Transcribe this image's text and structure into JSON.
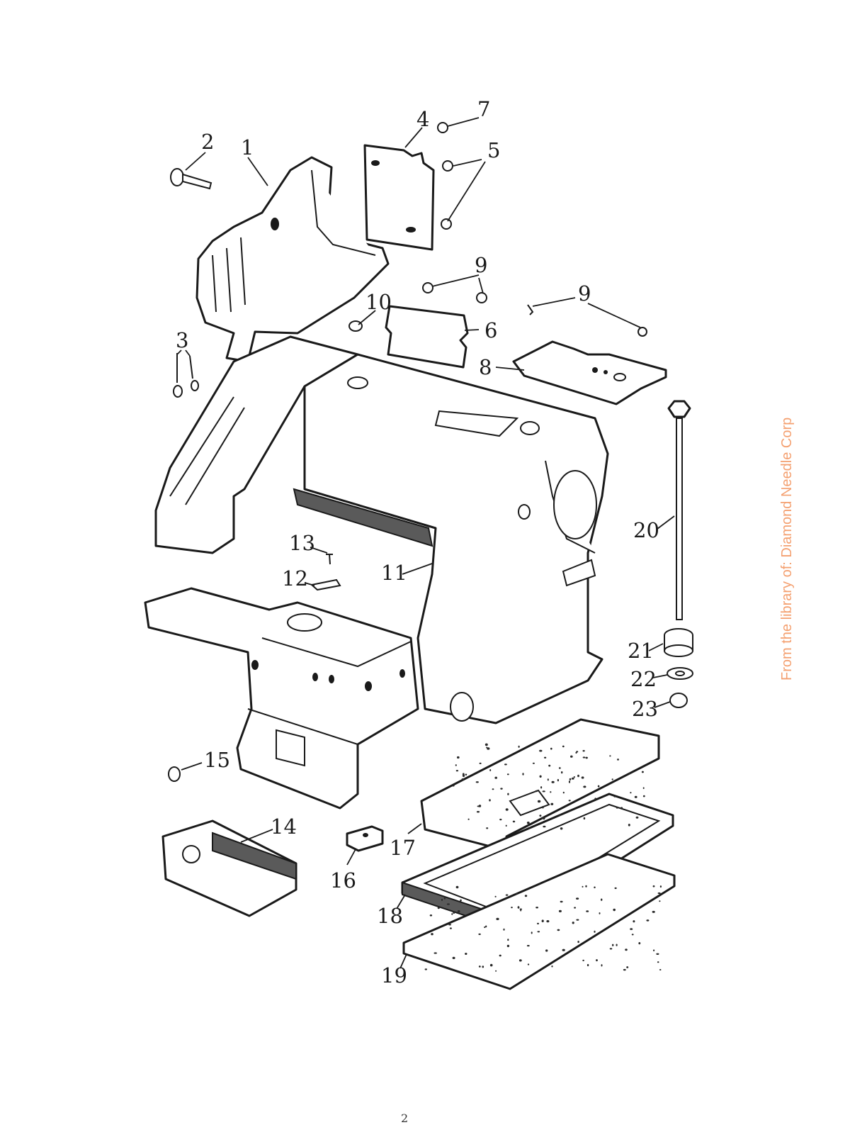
{
  "diagram": {
    "part_labels": [
      "1",
      "2",
      "3",
      "4",
      "5",
      "6",
      "7",
      "8",
      "9",
      "9",
      "10",
      "11",
      "12",
      "13",
      "14",
      "15",
      "16",
      "17",
      "18",
      "19",
      "20",
      "21",
      "22",
      "23"
    ]
  },
  "watermark": "From the library of: Diamond Needle Corp",
  "page_number": "2"
}
